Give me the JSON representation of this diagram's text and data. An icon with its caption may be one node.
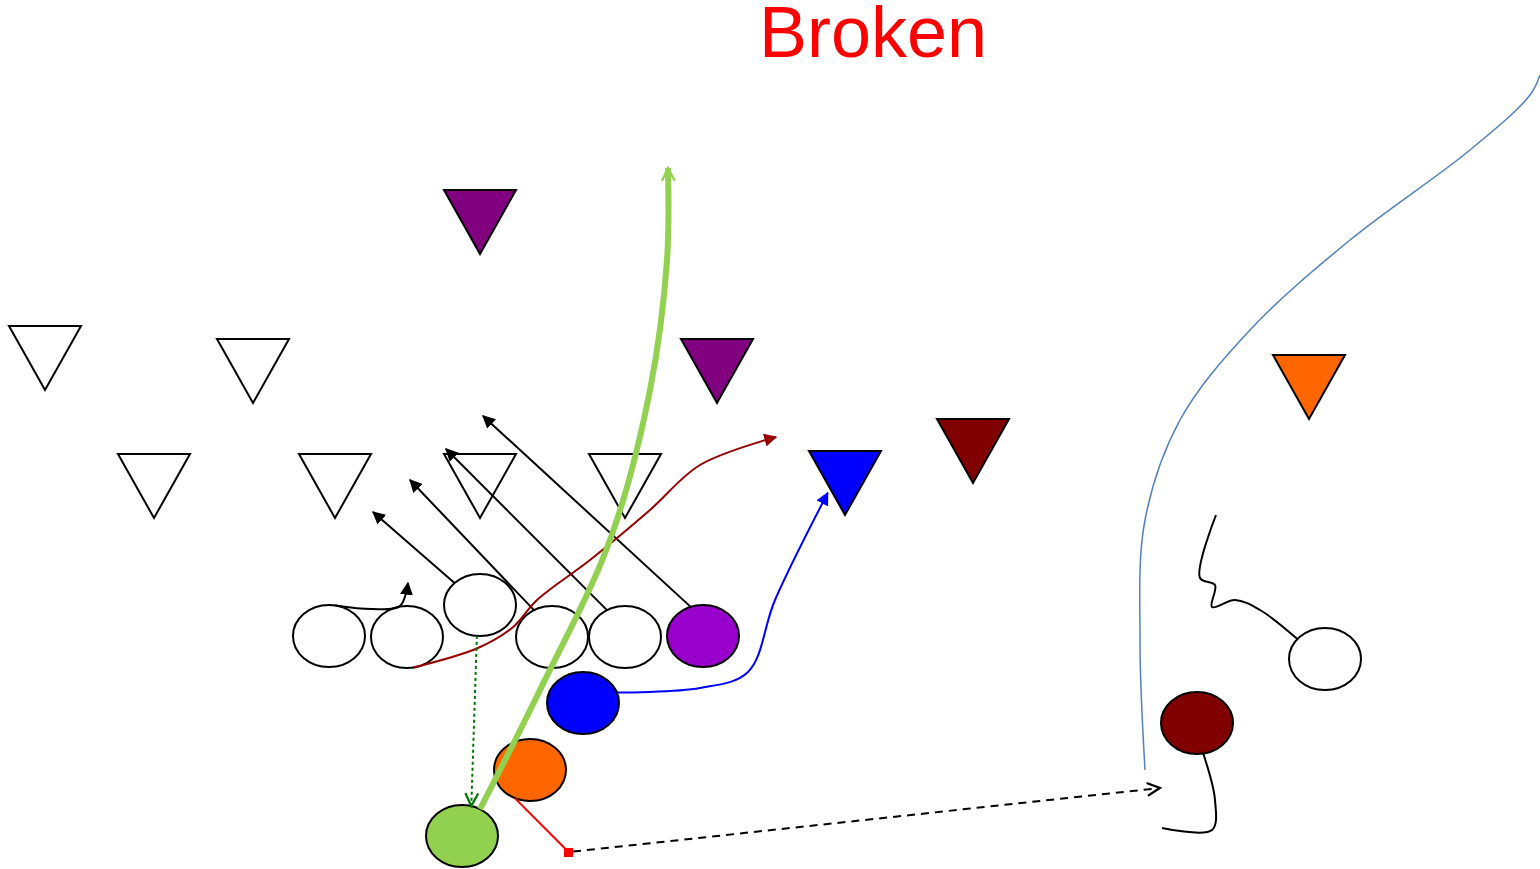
{
  "diagram": {
    "title": "Broken",
    "nodes": [
      {
        "text": [],
        "shape": "triangle"
      },
      {
        "text": [],
        "shape": "triangle"
      },
      {
        "text": [],
        "shape": "triangle"
      },
      {
        "text": [],
        "shape": "triangle"
      },
      {
        "text": [],
        "shape": "triangle"
      },
      {
        "text": [],
        "shape": "triangle"
      },
      {
        "text": [],
        "shape": "triangle"
      },
      {
        "text": [],
        "shape": "triangle"
      },
      {
        "text": [],
        "shape": "triangle"
      },
      {
        "text": [],
        "shape": "triangle"
      },
      {
        "text": [],
        "shape": "triangle"
      },
      {
        "text": [],
        "shape": "circle"
      },
      {
        "text": [],
        "shape": "circle"
      },
      {
        "text": [],
        "shape": "circle"
      },
      {
        "text": [],
        "shape": "circle"
      },
      {
        "text": [],
        "shape": "circle"
      },
      {
        "text": [],
        "shape": "circle"
      },
      {
        "text": [],
        "shape": "circle"
      },
      {
        "text": [],
        "shape": "circle"
      },
      {
        "text": [],
        "shape": "circle"
      },
      {
        "text": [],
        "shape": "circle"
      },
      {
        "text": [],
        "shape": "circle"
      },
      {
        "text": [],
        "shape": "box"
      }
    ],
    "edges": [
      {
        "from": 12,
        "to": 13,
        "arrow": "to"
      },
      {
        "from": 11,
        "to": 7,
        "arrow": "to"
      },
      {
        "from": 14,
        "to": null,
        "arrow": "to"
      },
      {
        "from": 15,
        "to": 8,
        "arrow": "to"
      },
      {
        "from": 16,
        "to": 8,
        "arrow": "to"
      },
      {
        "from": 13,
        "to": 10,
        "arrow": "to",
        "color": "#990000"
      },
      {
        "from": 18,
        "to": 10,
        "arrow": "to",
        "color": "#0000ff"
      },
      {
        "from": 11,
        "to": 21,
        "arrow": "to",
        "style": "dashed",
        "color": "#007700"
      },
      {
        "from": 21,
        "to": null,
        "arrow": "to",
        "style": "thick",
        "color": "#92d050"
      },
      {
        "from": 20,
        "to": 22,
        "arrow": "none",
        "color": "#ff0000"
      },
      {
        "from": 22,
        "to": null,
        "arrow": "to",
        "style": "dashed"
      },
      {
        "from": 19,
        "to": null,
        "arrow": "none"
      },
      {
        "from": 17,
        "to": null,
        "arrow": "none"
      }
    ]
  }
}
